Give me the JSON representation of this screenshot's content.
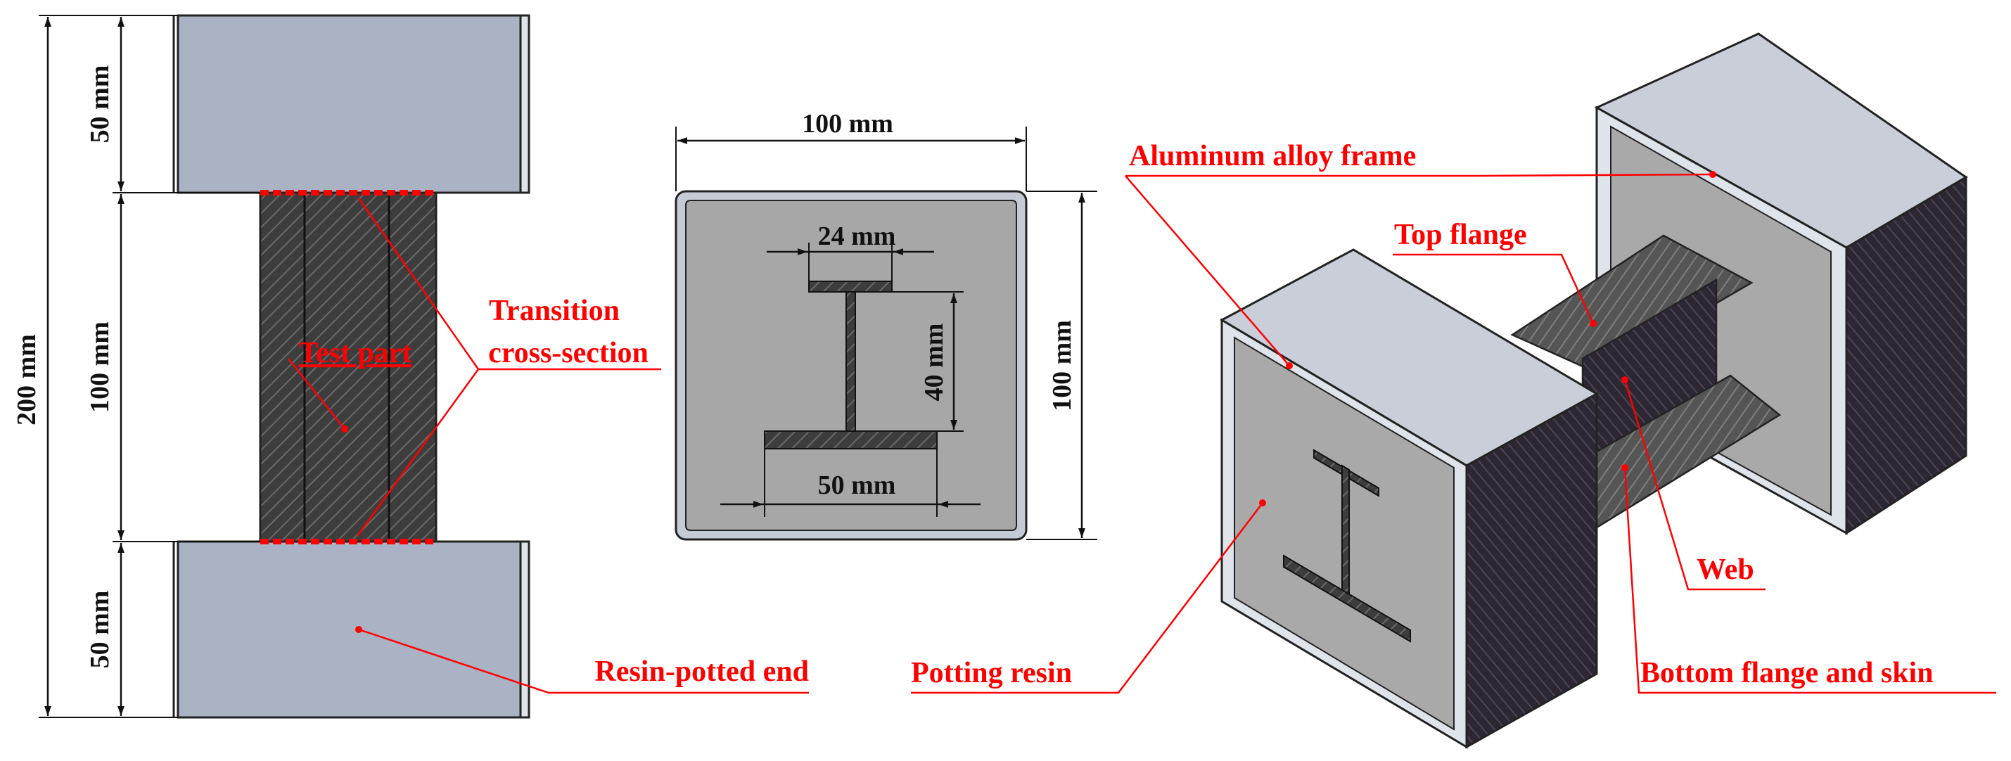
{
  "colors": {
    "leader": "#ff0000",
    "label": "#ff0000",
    "dimension": "#111111",
    "aluminum": "#a9b3c3",
    "resin": "#a7a7a7",
    "carbon": "#3d3d3d",
    "box_side": "#35303d"
  },
  "side_view": {
    "dim_total": "200 mm",
    "dim_top": "50 mm",
    "dim_middle": "100 mm",
    "dim_bottom": "50 mm"
  },
  "cross_section": {
    "dim_frame_width": "100 mm",
    "dim_frame_height": "100 mm",
    "dim_top_flange": "24 mm",
    "dim_web_height": "40 mm",
    "dim_bottom_flange": "50 mm"
  },
  "labels": {
    "test_part": "Test part",
    "transition_line1": "Transition",
    "transition_line2": "cross-section",
    "resin_potted_end": "Resin-potted end",
    "aluminum_frame": "Aluminum alloy frame",
    "top_flange": "Top flange",
    "web": "Web",
    "potting_resin": "Potting resin",
    "bottom_flange_skin": "Bottom flange and skin"
  }
}
